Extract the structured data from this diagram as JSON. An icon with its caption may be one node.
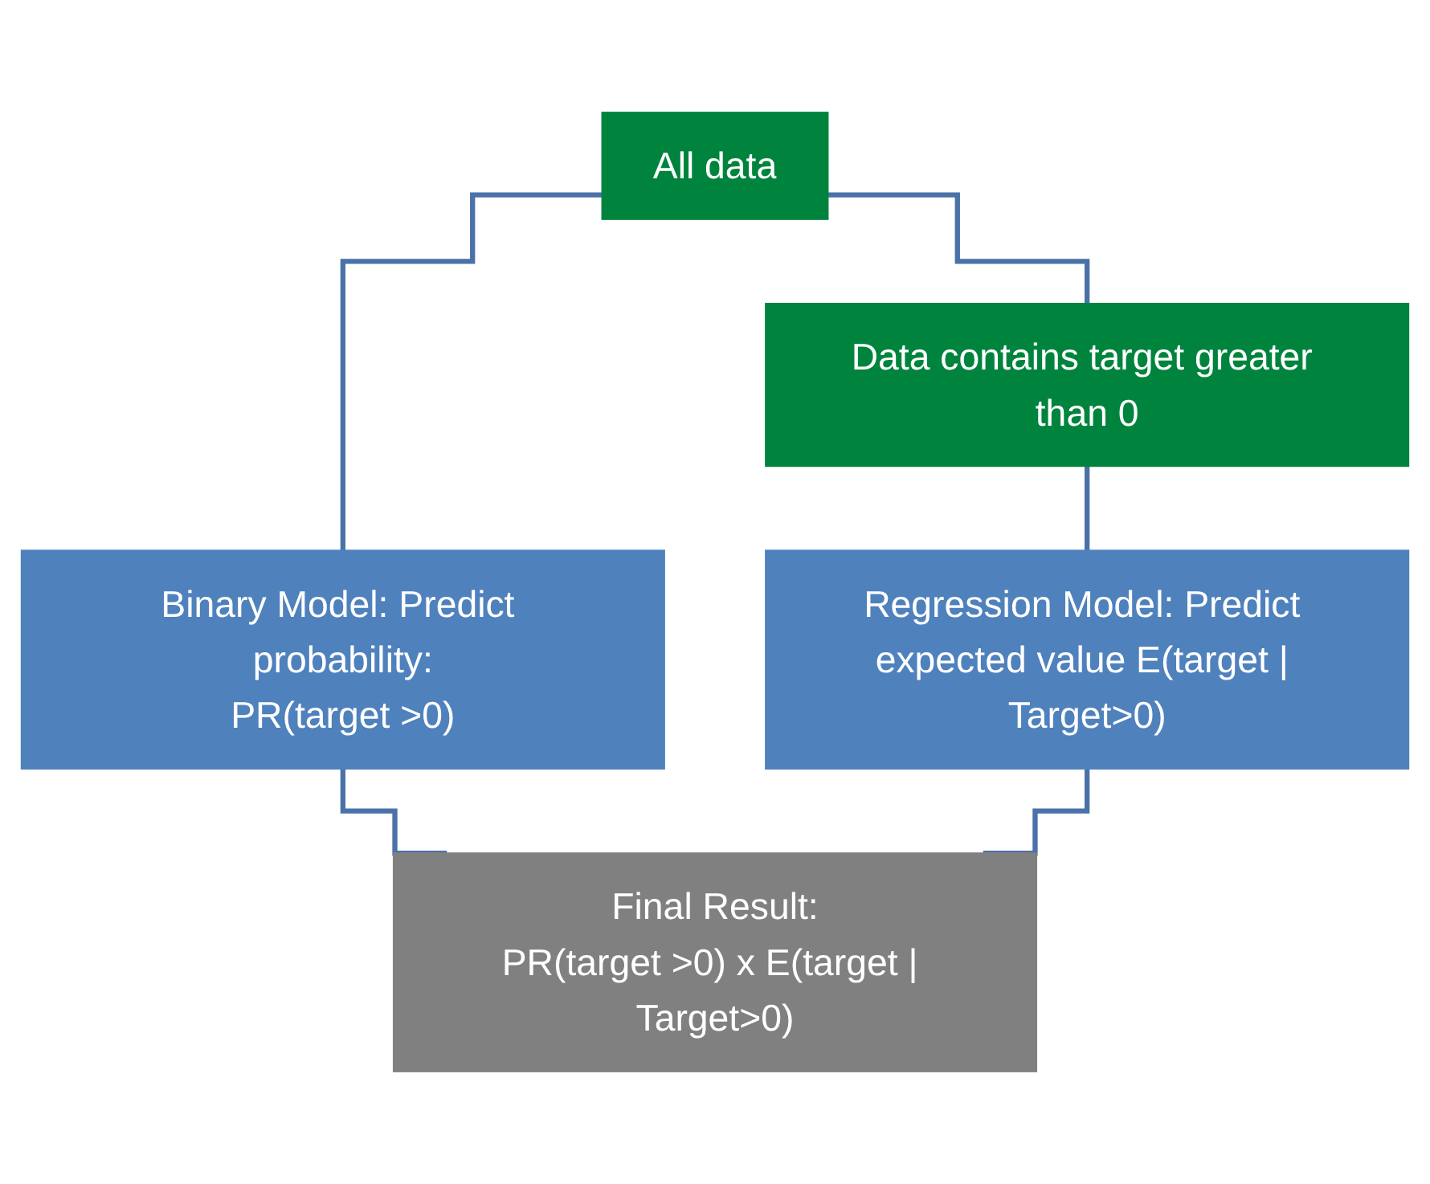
{
  "diagram": {
    "nodes": [
      {
        "text": [
          "All data"
        ]
      },
      {
        "text": [
          "Binary Model: Predict probability:",
          "PR(target >0)"
        ]
      },
      {
        "text": [
          "Data contains target greater than 0"
        ]
      },
      {
        "text": [
          "Regression Model: Predict expected value E(target | Target>0)"
        ]
      },
      {
        "text": [
          "Final Result:",
          "PR(target >0) x E(target | Target>0)"
        ]
      }
    ],
    "edges": [
      {
        "from": 0,
        "to": 1,
        "arrow": "none"
      },
      {
        "from": 0,
        "to": 2,
        "arrow": "none"
      },
      {
        "from": 2,
        "to": 3,
        "arrow": "none"
      },
      {
        "from": 1,
        "to": 4,
        "arrow": "none"
      },
      {
        "from": 3,
        "to": 4,
        "arrow": "none"
      }
    ]
  }
}
